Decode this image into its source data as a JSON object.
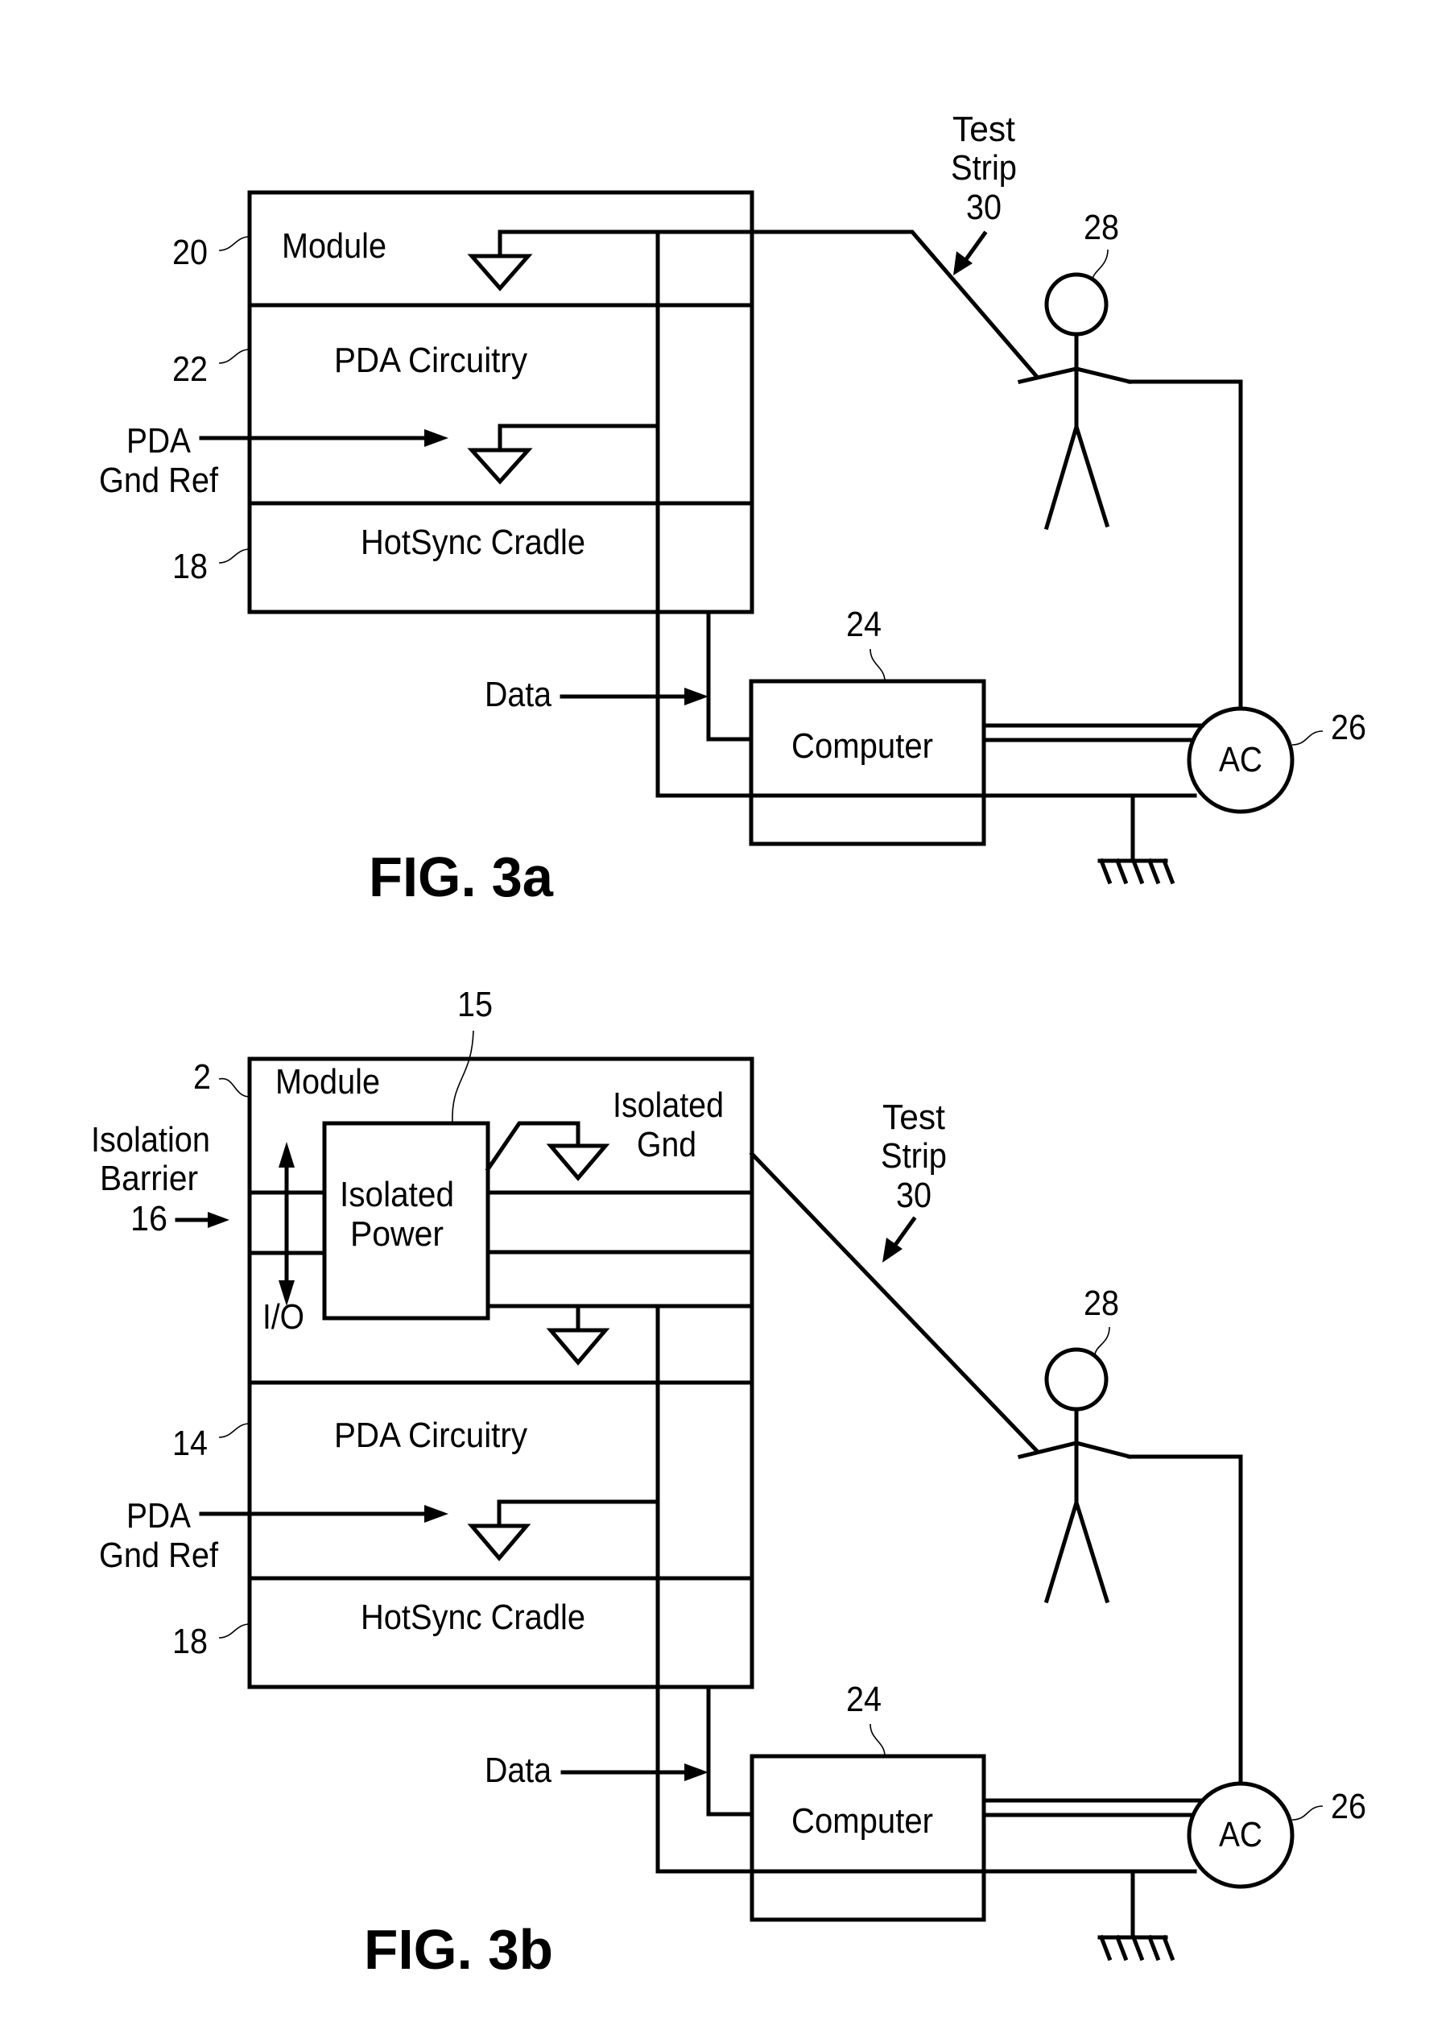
{
  "fig3a": {
    "title": "FIG. 3a",
    "ref_module": "20",
    "ref_pda": "22",
    "ref_cradle": "18",
    "ref_computer": "24",
    "ref_ac": "26",
    "ref_person": "28",
    "module_label": "Module",
    "pda_label": "PDA Circuitry",
    "cradle_label": "HotSync Cradle",
    "gnd_ref_line1": "PDA",
    "gnd_ref_line2": "Gnd Ref",
    "data_label": "Data",
    "computer_label": "Computer",
    "ac_label": "AC",
    "test_strip_line1": "Test",
    "test_strip_line2": "Strip",
    "test_strip_ref": "30"
  },
  "fig3b": {
    "title": "FIG. 3b",
    "ref_module": "2",
    "ref_isolated_power": "15",
    "ref_pda": "14",
    "ref_cradle": "18",
    "ref_computer": "24",
    "ref_ac": "26",
    "ref_person": "28",
    "module_label": "Module",
    "isolated_power_line1": "Isolated",
    "isolated_power_line2": "Power",
    "isolated_gnd_line1": "Isolated",
    "isolated_gnd_line2": "Gnd",
    "isolation_barrier_line1": "Isolation",
    "isolation_barrier_line2": "Barrier",
    "isolation_barrier_ref": "16",
    "io_label": "I/O",
    "pda_label": "PDA Circuitry",
    "cradle_label": "HotSync Cradle",
    "gnd_ref_line1": "PDA",
    "gnd_ref_line2": "Gnd Ref",
    "data_label": "Data",
    "computer_label": "Computer",
    "ac_label": "AC",
    "test_strip_line1": "Test",
    "test_strip_line2": "Strip",
    "test_strip_ref": "30"
  }
}
